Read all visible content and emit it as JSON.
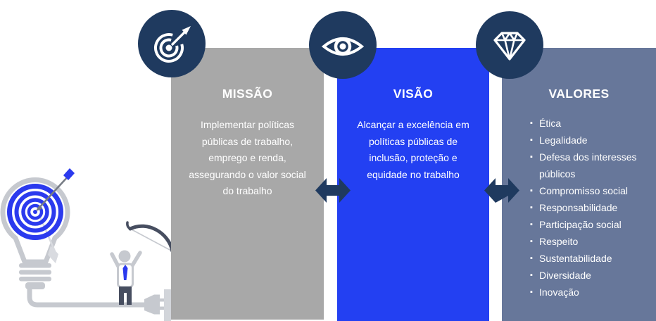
{
  "missao": {
    "title": "MISSÃO",
    "icon": "target-dart-icon",
    "lines": [
      "Implementar políticas",
      "públicas de trabalho,",
      "emprego e renda,",
      "assegurando o valor social",
      "do trabalho"
    ]
  },
  "visao": {
    "title": "VISÃO",
    "icon": "eye-icon",
    "lines": [
      "Alcançar a excelência em",
      "políticas públicas de",
      "inclusão, proteção e",
      "equidade no trabalho"
    ]
  },
  "valores": {
    "title": "VALORES",
    "icon": "diamond-icon",
    "items": [
      "Ética",
      "Legalidade",
      "Defesa dos interesses públicos",
      "Compromisso social",
      "Responsabilidade",
      "Participação social",
      "Respeito",
      "Sustentabilidade",
      "Diversidade",
      "Inovação"
    ]
  },
  "colors": {
    "missao_panel": "#A8A8A8",
    "visao_panel": "#2340F2",
    "valores_panel": "#67779A",
    "icon_circle": "#1F3A5F",
    "connector_arrow": "#1F3A5F",
    "text": "#FFFFFF",
    "illustration_gray": "#C6C9CF",
    "illustration_dark": "#474E60",
    "illustration_blue": "#2B3AEE"
  }
}
